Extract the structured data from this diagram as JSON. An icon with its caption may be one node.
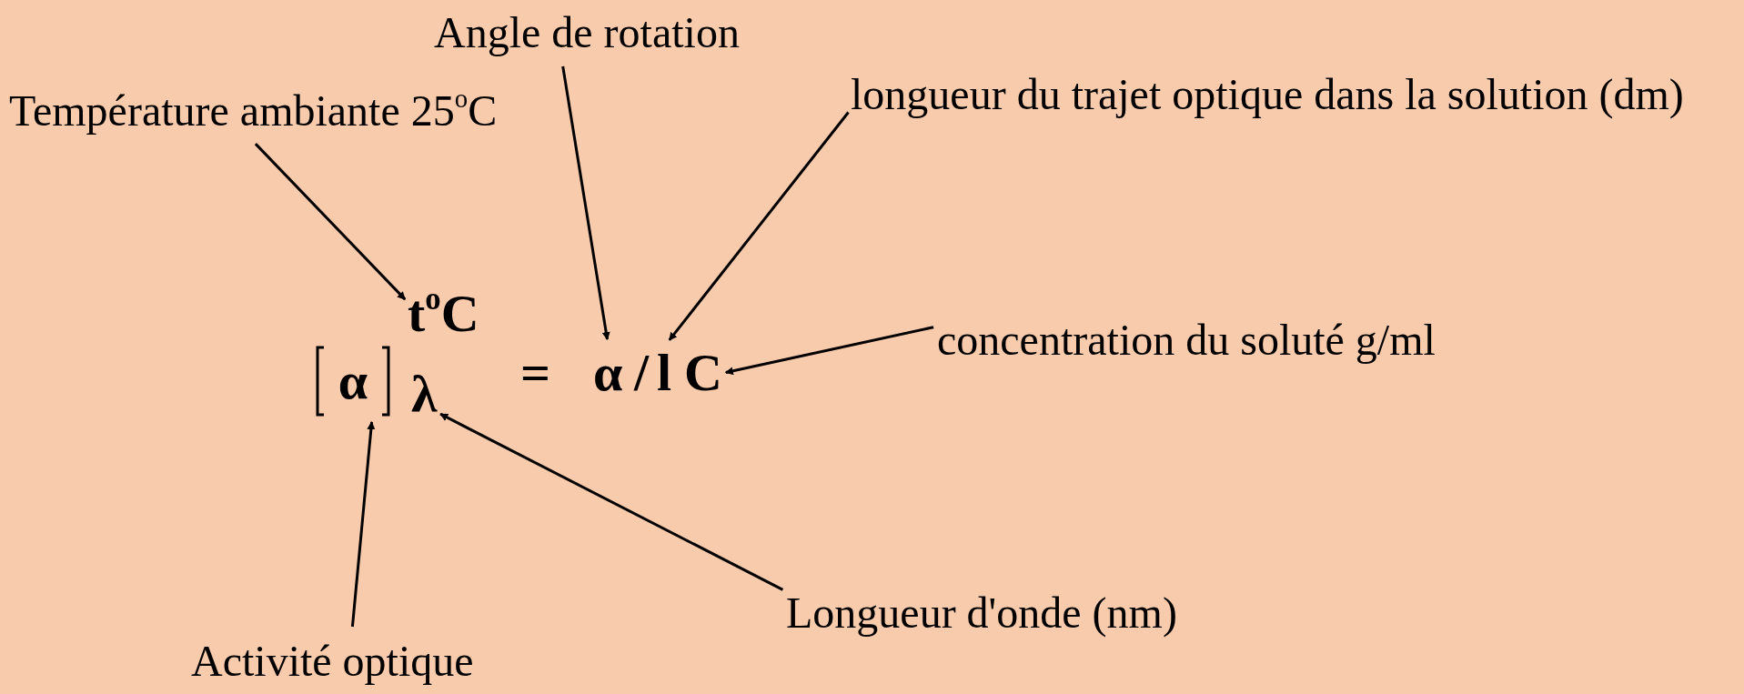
{
  "diagram": {
    "nodes": [
      {
        "text": [
          "Température ambiante 25$^{o}$C"
        ]
      },
      {
        "text": [
          "Angle de rotation"
        ]
      },
      {
        "text": [
          "longueur du trajet optique dans la solution (dm)"
        ]
      },
      {
        "text": [
          "concentration du soluté g/ml"
        ]
      },
      {
        "text": [
          "Longueur d'onde (nm)"
        ]
      },
      {
        "text": [
          "Activité optique"
        ]
      },
      {
        "text": [
          "α"
        ]
      },
      {
        "text": [
          "t$^{o}$C"
        ]
      },
      {
        "text": [
          "λ"
        ]
      },
      {
        "text": [
          "α"
        ]
      },
      {
        "text": [
          "l"
        ]
      },
      {
        "text": [
          "C"
        ]
      }
    ],
    "edges": [
      {
        "from": 0,
        "to": 7,
        "arrow": "to"
      },
      {
        "from": 1,
        "to": 9,
        "arrow": "to"
      },
      {
        "from": 2,
        "to": 10,
        "arrow": "to"
      },
      {
        "from": 3,
        "to": 11,
        "arrow": "to"
      },
      {
        "from": 4,
        "to": 8,
        "arrow": "to"
      },
      {
        "from": 5,
        "to": 6,
        "arrow": "to"
      }
    ],
    "labels": [
      "=",
      "/"
    ]
  }
}
